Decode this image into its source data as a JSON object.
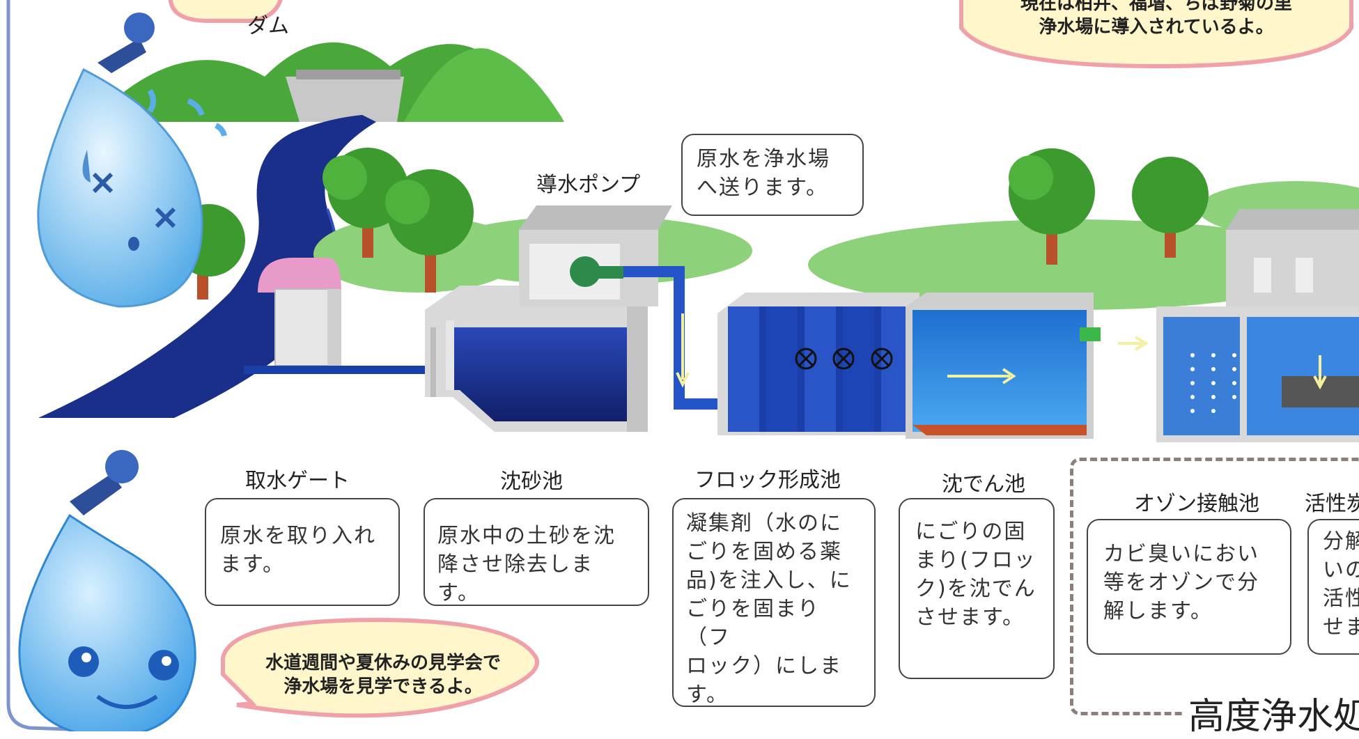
{
  "labels": {
    "dam": "ダム",
    "pump": "導水ポンプ",
    "intake_gate": "取水ゲート",
    "grit_basin": "沈砂池",
    "floc_basin": "フロック形成池",
    "sedimentation": "沈でん池",
    "ozone": "オゾン接触池",
    "activated": "活性炭"
  },
  "boxes": {
    "pump_desc": [
      "原水を浄水場",
      "へ送ります。"
    ],
    "intake_desc": [
      "原水を取り入れ",
      "ます。"
    ],
    "grit_desc": [
      "原水中の土砂を沈",
      "降させ除去します。"
    ],
    "floc_desc": [
      "凝集剤（水のに",
      "ごりを固める薬",
      "品)を注入し、に",
      "ごりを固まり（フ",
      "ロック）にしま",
      "す。"
    ],
    "sed_desc": [
      "にごりの固",
      "まり(フロッ",
      "ク)を沈でん",
      "させます。"
    ],
    "ozone_desc": [
      "カビ臭いにおい",
      "等をオゾンで分",
      "解します。"
    ],
    "activated_desc": [
      "分解",
      "いの",
      "活性",
      "せま"
    ]
  },
  "bubbles": {
    "top_right": [
      "現在は柏井、福増、ちば野菊の里",
      "浄水場に導入されているよ。"
    ],
    "bottom": [
      "水道週間や夏休みの見学会で",
      "浄水場を見学できるよ。"
    ]
  },
  "advanced_title": "高度浄水処理",
  "colors": {
    "water_dark": "#1a2f8a",
    "water_light": "#3a8fe0",
    "grass": "#5fb346",
    "tree": "#3c9a2e",
    "trunk": "#b8502a",
    "bubble_border": "#f0a0a8",
    "bubble_fill": "#fff6cc",
    "frame": "#8c7f7a",
    "mascot": "#8cc8f0"
  }
}
